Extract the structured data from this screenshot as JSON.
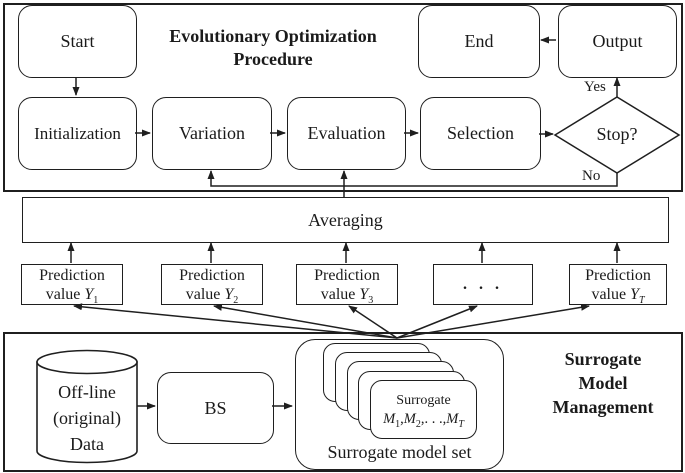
{
  "colors": {
    "ink": "#1f1f1f",
    "background": "#ffffff"
  },
  "evolution_section": {
    "title_line1": "Evolutionary Optimization",
    "title_line2": "Procedure",
    "nodes": {
      "start": "Start",
      "end": "End",
      "output": "Output",
      "initialization": "Initialization",
      "variation": "Variation",
      "evaluation": "Evaluation",
      "selection": "Selection",
      "stop": "Stop?"
    },
    "edge_labels": {
      "yes": "Yes",
      "no": "No"
    }
  },
  "averaging": {
    "label": "Averaging"
  },
  "predictions": {
    "p1": {
      "line1": "Prediction",
      "prefix": "value ",
      "symbol": "Y",
      "sub": "1"
    },
    "p2": {
      "line1": "Prediction",
      "prefix": "value ",
      "symbol": "Y",
      "sub": "2"
    },
    "p3": {
      "line1": "Prediction",
      "prefix": "value ",
      "symbol": "Y",
      "sub": "3"
    },
    "dots": ". . .",
    "pt": {
      "line1": "Prediction",
      "prefix": "value ",
      "symbol": "Y",
      "sub": "T"
    }
  },
  "surrogate_section": {
    "title_line1": "Surrogate",
    "title_line2": "Model",
    "title_line3": "Management",
    "datastore": {
      "line1": "Off-line",
      "line2": "(original)",
      "line3": "Data"
    },
    "bs_label": "BS",
    "model_set_label": "Surrogate model set",
    "card": {
      "line1": "Surrogate",
      "m": "M",
      "sub1": "1",
      "sub2": "2",
      "subT": "T",
      "sep1": ",",
      "sep2": ",. . .,"
    }
  }
}
